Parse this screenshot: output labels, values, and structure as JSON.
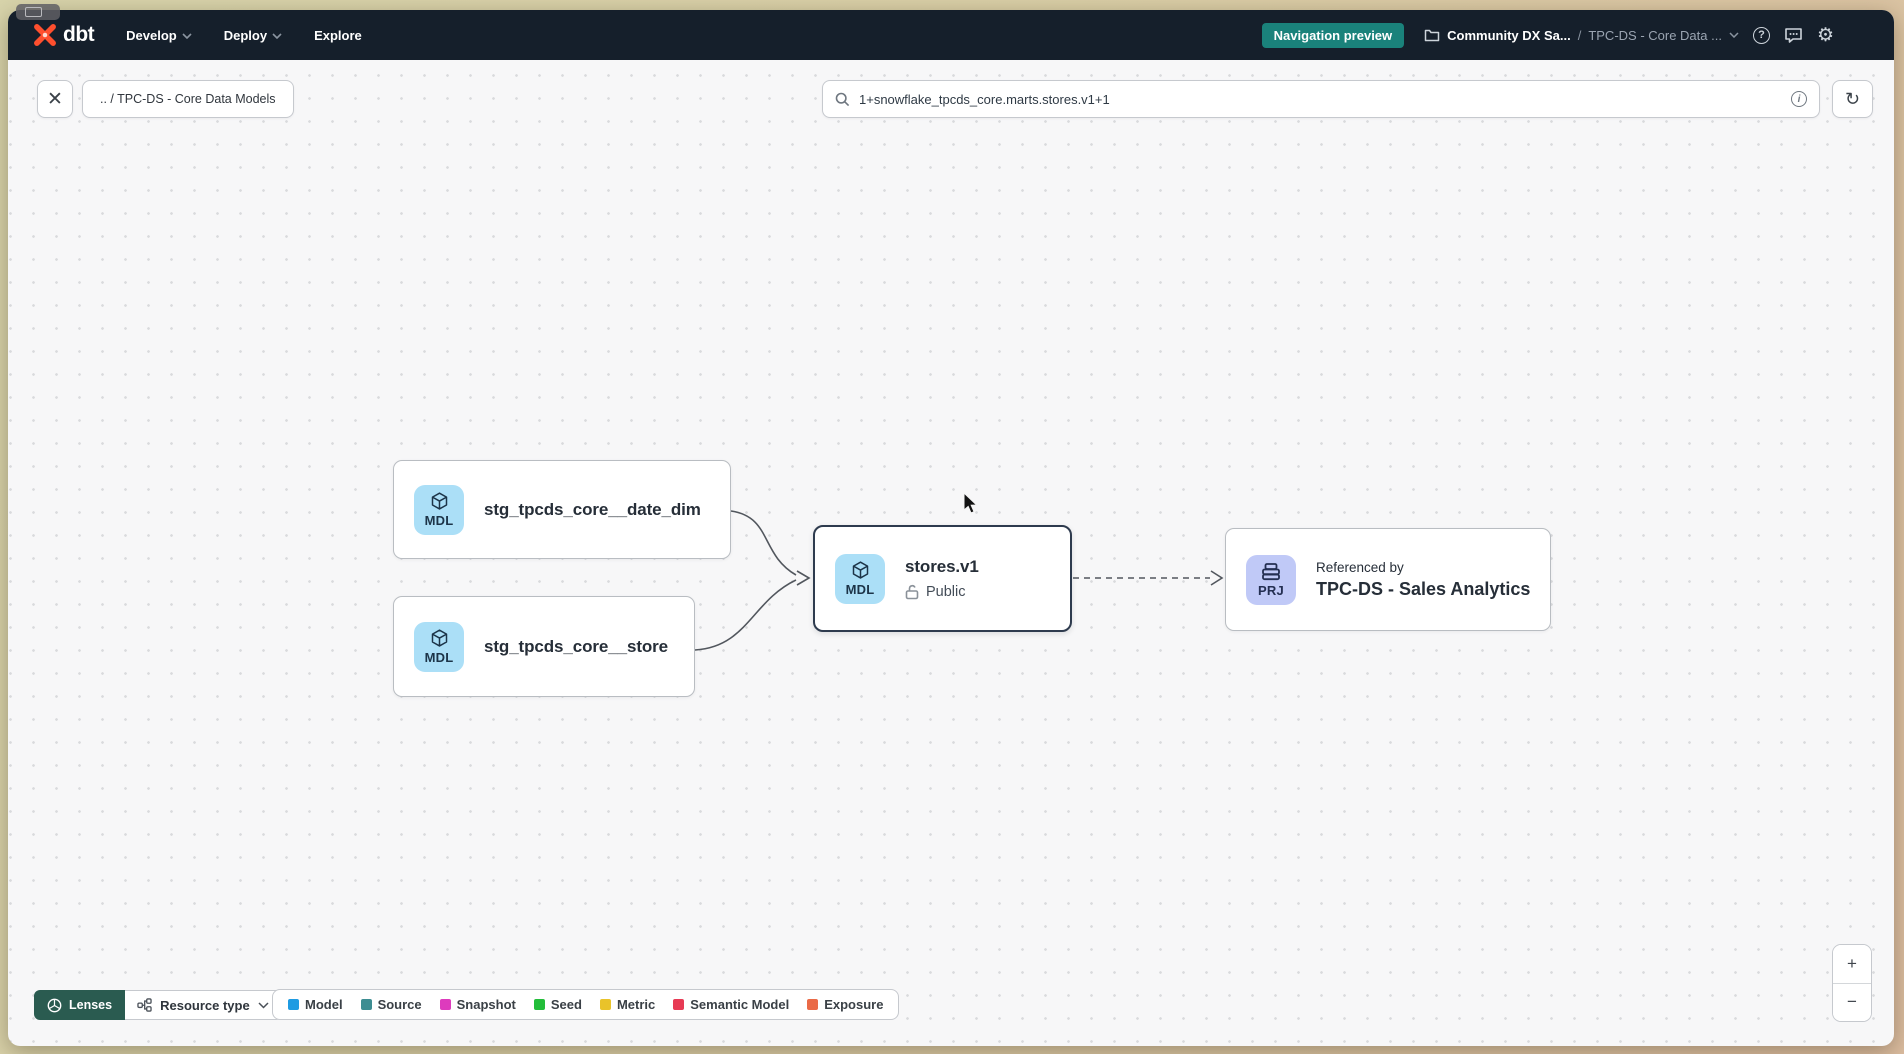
{
  "nav": {
    "logo_text": "dbt",
    "items": [
      {
        "label": "Develop"
      },
      {
        "label": "Deploy"
      },
      {
        "label": "Explore"
      }
    ],
    "preview_badge": "Navigation preview",
    "breadcrumb": {
      "project": "Community DX Sa...",
      "separator": "/",
      "page": "TPC-DS - Core Data ..."
    },
    "help_glyph": "?",
    "gear_glyph": "⚙"
  },
  "toolbar": {
    "close_glyph": "✕",
    "breadcrumb_chip": ".. / TPC-DS - Core Data Models",
    "search_value": "1+snowflake_tpcds_core.marts.stores.v1+1",
    "info_glyph": "i",
    "refresh_glyph": "↻"
  },
  "graph": {
    "nodes": [
      {
        "badge": "MDL",
        "label": "stg_tpcds_core__date_dim"
      },
      {
        "badge": "MDL",
        "label": "stg_tpcds_core__store"
      },
      {
        "badge": "MDL",
        "label": "stores.v1",
        "access": "Public"
      },
      {
        "badge": "PRJ",
        "kicker": "Referenced by",
        "label": "TPC-DS - Sales Analytics"
      }
    ]
  },
  "footer": {
    "lenses_label": "Lenses",
    "resource_type_label": "Resource type",
    "legend": [
      {
        "label": "Model",
        "color": "#1e9be2"
      },
      {
        "label": "Source",
        "color": "#3d8d92"
      },
      {
        "label": "Snapshot",
        "color": "#dd3bbd"
      },
      {
        "label": "Seed",
        "color": "#23bd3a"
      },
      {
        "label": "Metric",
        "color": "#e9c32a"
      },
      {
        "label": "Semantic Model",
        "color": "#e73a54"
      },
      {
        "label": "Exposure",
        "color": "#ea6a47"
      }
    ]
  },
  "zoom_controls": {
    "zoom_in": "+",
    "zoom_out": "−"
  },
  "colors": {
    "brand_orange": "#ff4f2e",
    "navbar_bg": "#151f2b",
    "preview_badge_bg": "#1a827b",
    "lenses_bg": "#2a5b50",
    "mdl_badge_bg": "#abdff7",
    "prj_badge_bg": "#c0c9f7"
  }
}
